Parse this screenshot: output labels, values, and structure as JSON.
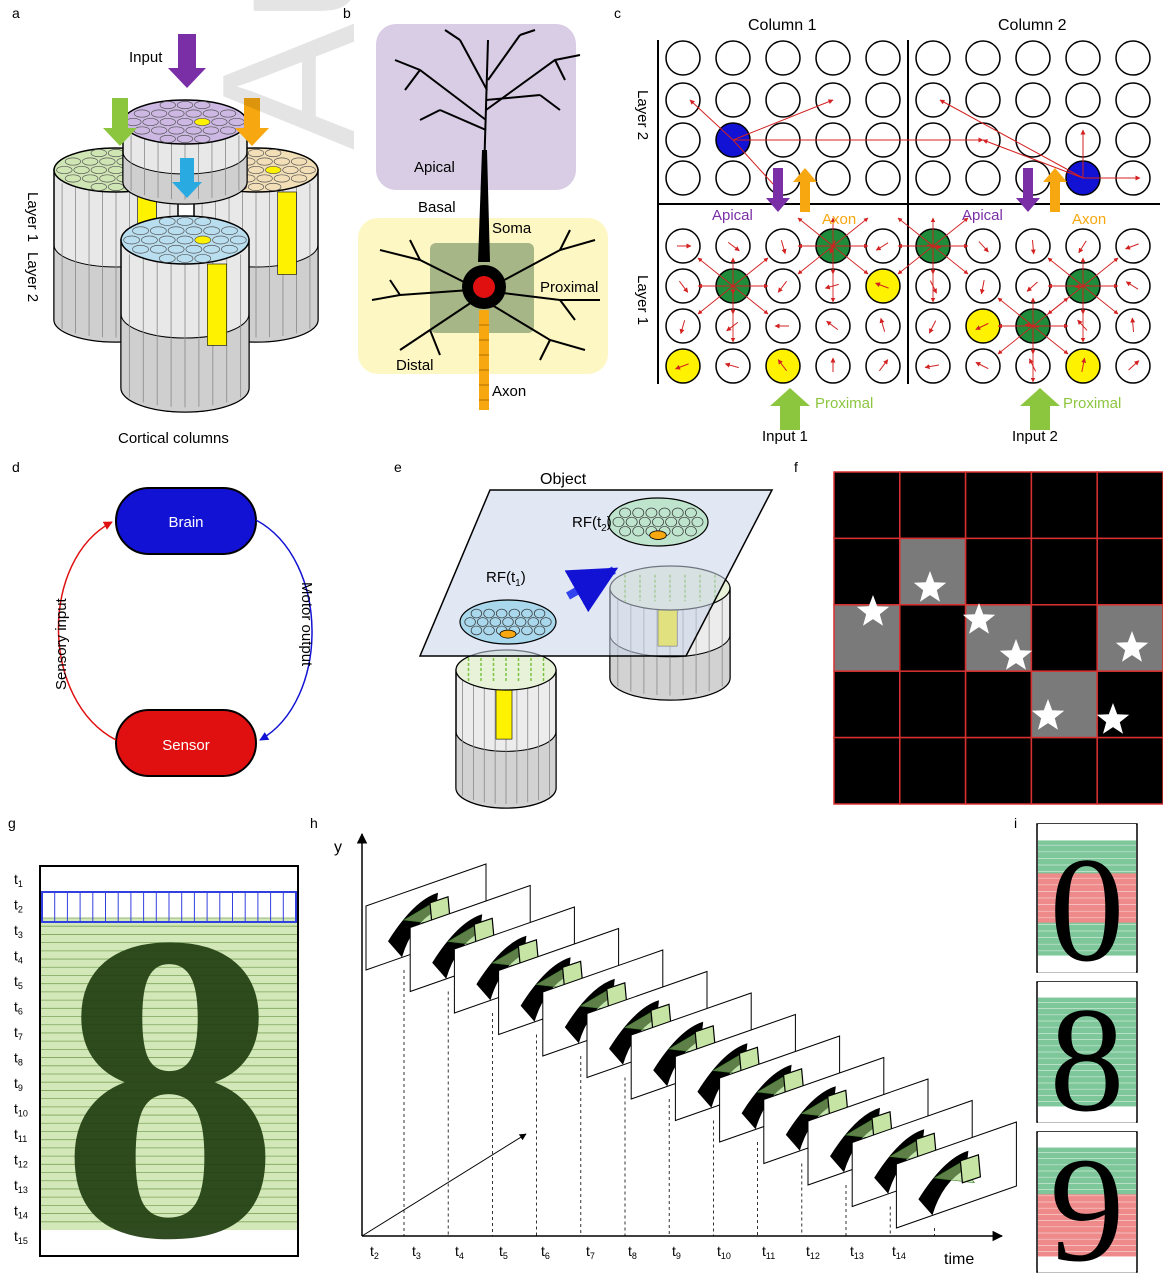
{
  "panels": {
    "a": {
      "letter": "a",
      "input": "Input",
      "layer1": "Layer 1",
      "layer2": "Layer 2",
      "caption": "Cortical columns"
    },
    "b": {
      "letter": "b",
      "apical": "Apical",
      "basal": "Basal",
      "soma": "Soma",
      "proximal": "Proximal",
      "distal": "Distal",
      "axon": "Axon"
    },
    "c": {
      "letter": "c",
      "column1": "Column 1",
      "column2": "Column 2",
      "layer2": "Layer 2",
      "layer1": "Layer 1",
      "apical": "Apical",
      "axon": "Axon",
      "proximal": "Proximal",
      "input1": "Input 1",
      "input2": "Input 2"
    },
    "d": {
      "letter": "d",
      "brain": "Brain",
      "sensor": "Sensor",
      "sensory_input": "Sensory input",
      "motor_output": "Motor output"
    },
    "e": {
      "letter": "e",
      "object": "Object",
      "rf1": "RF(t",
      "rf1_sub": "1",
      "rf2": "RF(t",
      "rf2_sub": "2",
      "rf_close": ")"
    },
    "f": {
      "letter": "f",
      "star_cells": [
        [
          1,
          1
        ],
        [
          2,
          0
        ],
        [
          2,
          2
        ],
        [
          2,
          4
        ],
        [
          3,
          3
        ]
      ]
    },
    "g": {
      "letter": "g",
      "digit": "8",
      "time_prefix": "t",
      "time_labels": [
        "1",
        "2",
        "3",
        "4",
        "5",
        "6",
        "7",
        "8",
        "9",
        "10",
        "11",
        "12",
        "13",
        "14",
        "15"
      ]
    },
    "h": {
      "letter": "h",
      "y_axis": "y",
      "x_axis": "time",
      "time_prefix": "t",
      "time_labels": [
        "2",
        "3",
        "4",
        "5",
        "6",
        "7",
        "8",
        "9",
        "10",
        "11",
        "12",
        "13",
        "14"
      ]
    },
    "i": {
      "letter": "i",
      "digits": [
        "0",
        "8",
        "9"
      ]
    }
  },
  "colors": {
    "purple": "#7b2fa6",
    "green": "#8cc63f",
    "orange": "#f7a70f",
    "cyan": "#29abe2",
    "yellow": "#fff200",
    "dkgreen": "#1e8c3a",
    "blue": "#1212d4",
    "red": "#e01010",
    "arrow_red": "#d42020"
  },
  "watermark": "Author manuscript"
}
